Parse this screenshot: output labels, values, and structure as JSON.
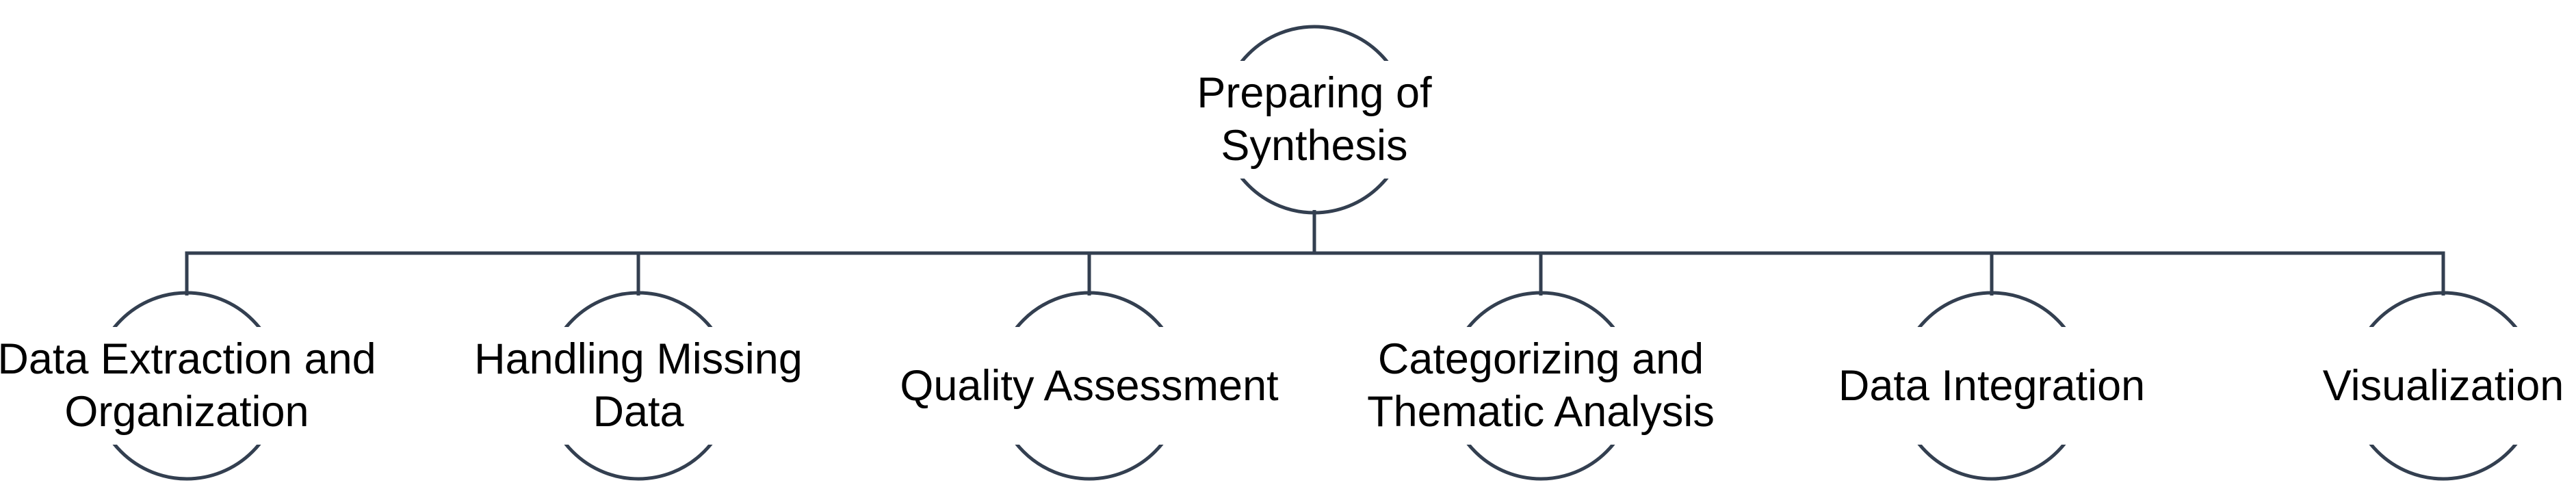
{
  "diagram": {
    "type": "hierarchy-tree",
    "root": {
      "label": "Preparing of\nSynthesis"
    },
    "children": [
      {
        "label": "Data Extraction and\nOrganization"
      },
      {
        "label": "Handling Missing\nData"
      },
      {
        "label": "Quality Assessment"
      },
      {
        "label": "Categorizing and\nThematic Analysis"
      },
      {
        "label": "Data Integration"
      },
      {
        "label": "Visualization"
      }
    ],
    "colors": {
      "line": "#333F50",
      "text": "#000000",
      "background": "#FFFFFF"
    }
  }
}
